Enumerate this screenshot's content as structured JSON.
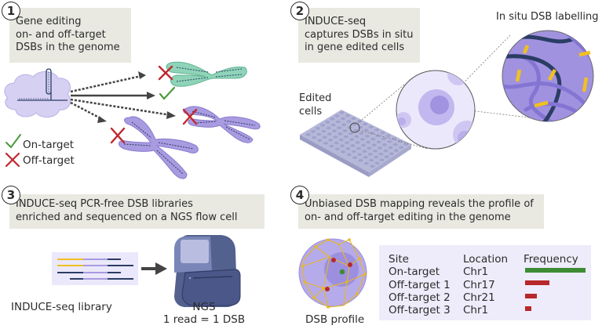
{
  "panels": [
    {
      "number": "1",
      "caption_lines": [
        "Gene editing",
        "on- and off-target",
        "DSBs in the genome"
      ]
    },
    {
      "number": "2",
      "caption_lines": [
        "INDUCE-seq",
        "captures DSBs in situ",
        "in gene edited cells"
      ]
    },
    {
      "number": "3",
      "caption_lines": [
        "INDUCE-seq PCR-free DSB libraries",
        "enriched and sequenced on a NGS flow cell"
      ]
    },
    {
      "number": "4",
      "caption_lines": [
        "Unbiased DSB mapping reveals the profile of",
        "on- and off-target editing in the genome"
      ]
    }
  ],
  "legend": {
    "on_target": {
      "icon": "check-icon",
      "label": "On-target",
      "color": "#4a9a3a"
    },
    "off_target": {
      "icon": "cross-icon",
      "label": "Off-target",
      "color": "#c0272d"
    }
  },
  "panel2_labels": {
    "edited_cells": [
      "Edited",
      "cells"
    ],
    "in_situ": "In situ DSB labelling"
  },
  "panel3_labels": {
    "library": "INDUCE-seq library",
    "ngs": "NGS",
    "ngs_sub": "1 read = 1 DSB"
  },
  "panel4": {
    "profile_label": "DSB profile",
    "table": {
      "headers": [
        "Site",
        "Location",
        "Frequency"
      ],
      "rows": [
        {
          "site": "On-target",
          "location": "Chr1",
          "frequency": 1.0,
          "color": "#3d8c34"
        },
        {
          "site": "Off-target 1",
          "location": "Chr17",
          "frequency": 0.4,
          "color": "#b8272a"
        },
        {
          "site": "Off-target 2",
          "location": "Chr21",
          "frequency": 0.19,
          "color": "#b8272a"
        },
        {
          "site": "Off-target 3",
          "location": "Chr1",
          "frequency": 0.1,
          "color": "#b8272a"
        }
      ]
    }
  },
  "colors": {
    "caption_bg": "#e9e9e2",
    "chromosome_purple": "#a99be0",
    "chromosome_green": "#8fd4b8",
    "dna_dark": "#2a3d64",
    "dsb_yellow": "#f0c020",
    "table_bg": "#eeecfa"
  }
}
